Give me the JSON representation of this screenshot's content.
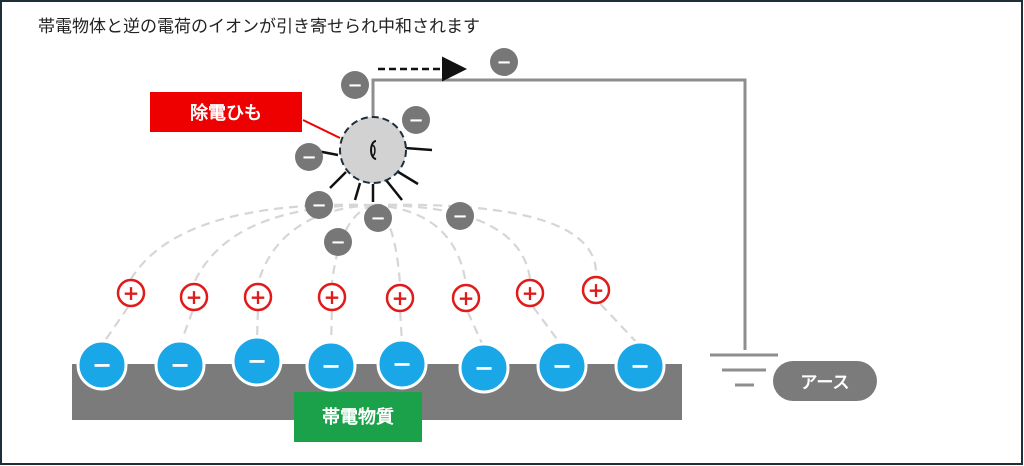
{
  "caption": "帯電物体と逆の電荷のイオンが引き寄せられ中和されます",
  "labels": {
    "static_cord": "除電ひも",
    "charged_material": "帯電物質",
    "earth": "アース"
  },
  "symbols": {
    "minus": "−",
    "plus": "+"
  },
  "colors": {
    "frame": "#1f2f3a",
    "negative_ion": "#777777",
    "negative_charge": "#1aa7e8",
    "positive_charge": "#e01b1b",
    "label_red": "#ee0000",
    "label_green": "#1aa14a",
    "material": "#7b7b7b",
    "wire": "#8e8e8e",
    "field_line": "#d6d6d6"
  }
}
